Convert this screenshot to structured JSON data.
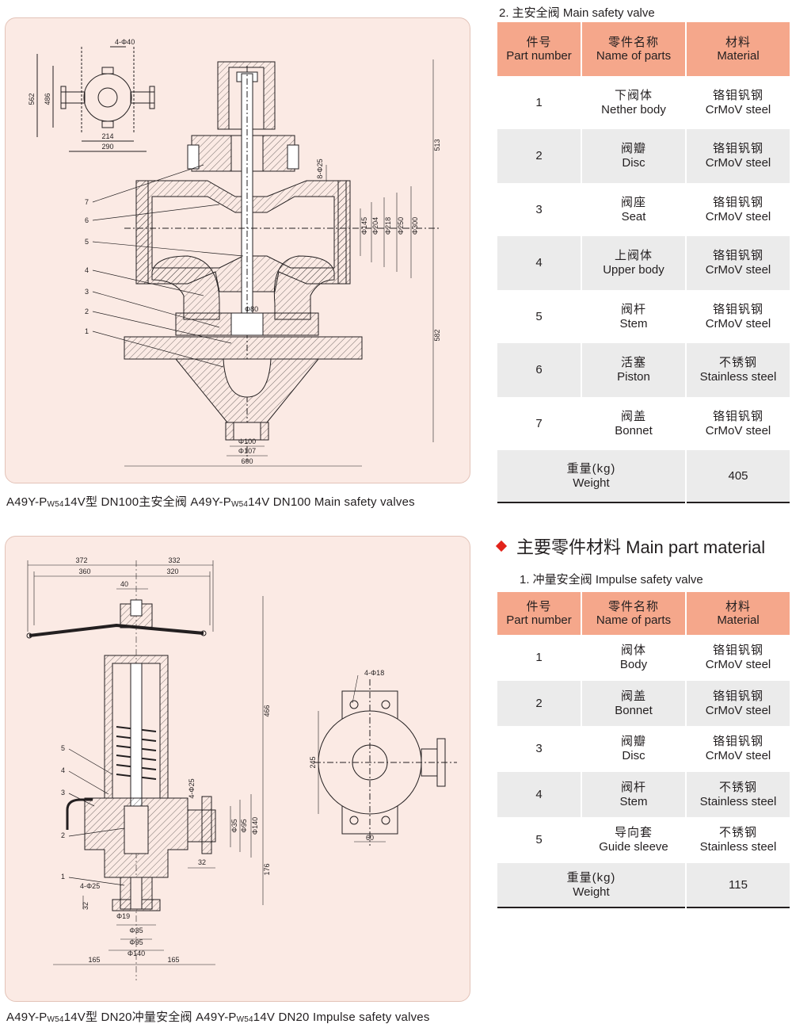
{
  "main_valve": {
    "dims": {
      "d562": "562",
      "d486": "486",
      "d4phi40": "4-Φ40",
      "d214": "214",
      "d290": "290",
      "d513": "513",
      "d8phi25": "8-Φ25",
      "p145": "Φ145",
      "p204": "Φ204",
      "p218": "Φ218",
      "p250": "Φ250",
      "p300": "Φ300",
      "p80": "Φ80",
      "d582": "582",
      "p100": "Φ100",
      "p107": "Φ107",
      "d600": "600"
    },
    "labels": [
      "7",
      "6",
      "5",
      "4",
      "3",
      "2",
      "1"
    ],
    "caption_a": "A49Y-P",
    "caption_sub1": "W54",
    "caption_b": "14V型  DN100主安全阀  A49Y-P",
    "caption_sub2": "W54",
    "caption_c": "14V  DN100 Main safety valves"
  },
  "impulse_valve": {
    "dims": {
      "d372": "372",
      "d332": "332",
      "d360": "360",
      "d320": "320",
      "d40": "40",
      "d466": "466",
      "d4phi18": "4-Φ18",
      "d245": "245",
      "d60": "60",
      "d4phi25a": "4-Φ25",
      "p35a": "Φ35",
      "p95a": "Φ95",
      "p140a": "Φ140",
      "d32a": "32",
      "d176": "176",
      "d4phi25b": "4-Φ25",
      "d32b": "32",
      "p19": "Φ19",
      "p35b": "Φ35",
      "p95b": "Φ95",
      "p140b": "Φ140",
      "d165a": "165",
      "d165b": "165"
    },
    "labels": [
      "5",
      "4",
      "3",
      "2",
      "1"
    ],
    "caption_a": "A49Y-P",
    "caption_sub1": "W54",
    "caption_b": "14V型  DN20冲量安全阀  A49Y-P",
    "caption_sub2": "W54",
    "caption_c": "14V  DN20 Impulse safety valves"
  },
  "main_section": {
    "title": "2. 主安全阀  Main safety valve",
    "header": {
      "num_cn": "件号",
      "num_en": "Part number",
      "name_cn": "零件名称",
      "name_en": "Name of parts",
      "mat_cn": "材料",
      "mat_en": "Material"
    },
    "rows": [
      {
        "num": "1",
        "cn": "下阀体",
        "en": "Nether body",
        "mat_cn": "铬钼钒钢",
        "mat_en": "CrMoV steel"
      },
      {
        "num": "2",
        "cn": "阀瓣",
        "en": "Disc",
        "mat_cn": "铬钼钒钢",
        "mat_en": "CrMoV steel"
      },
      {
        "num": "3",
        "cn": "阀座",
        "en": "Seat",
        "mat_cn": "铬钼钒钢",
        "mat_en": "CrMoV steel"
      },
      {
        "num": "4",
        "cn": "上阀体",
        "en": "Upper body",
        "mat_cn": "铬钼钒钢",
        "mat_en": "CrMoV steel"
      },
      {
        "num": "5",
        "cn": "阀杆",
        "en": "Stem",
        "mat_cn": "铬钼钒钢",
        "mat_en": "CrMoV steel"
      },
      {
        "num": "6",
        "cn": "活塞",
        "en": "Piston",
        "mat_cn": "不锈钢",
        "mat_en": "Stainless steel"
      },
      {
        "num": "7",
        "cn": "阀盖",
        "en": "Bonnet",
        "mat_cn": "铬钼钒钢",
        "mat_en": "CrMoV steel"
      }
    ],
    "weight_cn": "重量(kg)",
    "weight_en": "Weight",
    "weight_value": "405"
  },
  "material_heading": "主要零件材料  Main part material",
  "impulse_section": {
    "title": "1. 冲量安全阀  Impulse safety valve",
    "header": {
      "num_cn": "件号",
      "num_en": "Part number",
      "name_cn": "零件名称",
      "name_en": "Name of parts",
      "mat_cn": "材料",
      "mat_en": "Material"
    },
    "rows": [
      {
        "num": "1",
        "cn": "阀体",
        "en": "Body",
        "mat_cn": "铬钼钒钢",
        "mat_en": "CrMoV steel"
      },
      {
        "num": "2",
        "cn": "阀盖",
        "en": "Bonnet",
        "mat_cn": "铬钼钒钢",
        "mat_en": "CrMoV steel"
      },
      {
        "num": "3",
        "cn": "阀瓣",
        "en": "Disc",
        "mat_cn": "铬钼钒钢",
        "mat_en": "CrMoV steel"
      },
      {
        "num": "4",
        "cn": "阀杆",
        "en": "Stem",
        "mat_cn": "不锈钢",
        "mat_en": "Stainless steel"
      },
      {
        "num": "5",
        "cn": "导向套",
        "en": "Guide sleeve",
        "mat_cn": "不锈钢",
        "mat_en": "Stainless steel"
      }
    ],
    "weight_cn": "重量(kg)",
    "weight_en": "Weight",
    "weight_value": "115"
  }
}
